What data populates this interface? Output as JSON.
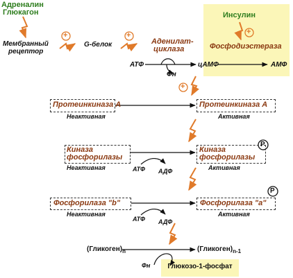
{
  "hormones": {
    "adrenaline": "Адреналин",
    "glucagon": "Глюкагон"
  },
  "insulin": "Инсулин",
  "membrane_receptor": {
    "line1": "Мембранный",
    "line2": "рецептор"
  },
  "g_protein": "G-белок",
  "adenylate_cyclase": {
    "line1": "Аденилат-",
    "line2": "циклаза"
  },
  "phosphodiesterase": "Фосфодиэстераза",
  "atp": "АТФ",
  "adp": "АДФ",
  "phi_n": "Фн",
  "camp": "цАМФ",
  "amp": "АМФ",
  "protein_kinase_a": "Протеинкиназа А",
  "phosphorylase_kinase": {
    "line1": "Киназа",
    "line2": "фосфорилазы"
  },
  "phosphorylase_b": "Фосфорилаза \"b\"",
  "phosphorylase_a": "Фосфорилаза \"а\"",
  "inactive": "Неактивная",
  "active": "Активная",
  "phosphate_symbol": "P",
  "plus_symbol": "+",
  "glycogen_n": "(Гликоген)",
  "sub_n": "n",
  "glycogen_n1": "(Гликоген)",
  "sub_n1": "n-1",
  "glucose_1_phosphate": "Глюкозо-1-фосфат",
  "colors": {
    "label_brown": "#8b3a12",
    "hormone_green": "#2e7d1e",
    "lightning": "#e07a2a",
    "highlight": "#fbf6b8"
  }
}
